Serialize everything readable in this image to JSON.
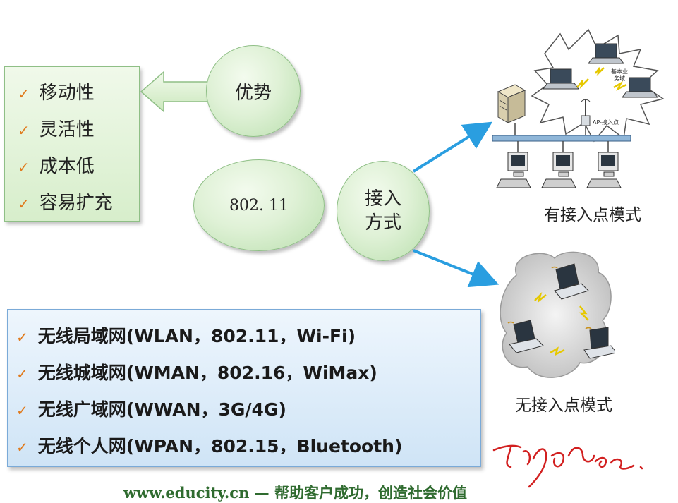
{
  "advantages": {
    "items": [
      "移动性",
      "灵活性",
      "成本低",
      "容易扩充"
    ]
  },
  "nodes": {
    "advantage": "优势",
    "standard": "802. 11",
    "access_line1": "接入",
    "access_line2": "方式"
  },
  "network_types": {
    "items": [
      "无线局域网(WLAN，802.11，Wi-Fi)",
      "无线城域网(WMAN，802.16，WiMax)",
      "无线广域网(WWAN，3G/4G)",
      "无线个人网(WPAN，802.15，Bluetooth)"
    ]
  },
  "infra_mode": {
    "caption": "有接入点模式",
    "cloud_label_1": "基本业",
    "cloud_label_2": "务域",
    "ap_label": "AP-接入点"
  },
  "adhoc_mode": {
    "caption": "无接入点模式"
  },
  "footer": {
    "text": "www.educity.cn — 帮助客户成功，创造社会价值"
  },
  "colors": {
    "check": "#e07a1c",
    "arrow_blue": "#2a9ee0",
    "signature": "#d22020"
  }
}
